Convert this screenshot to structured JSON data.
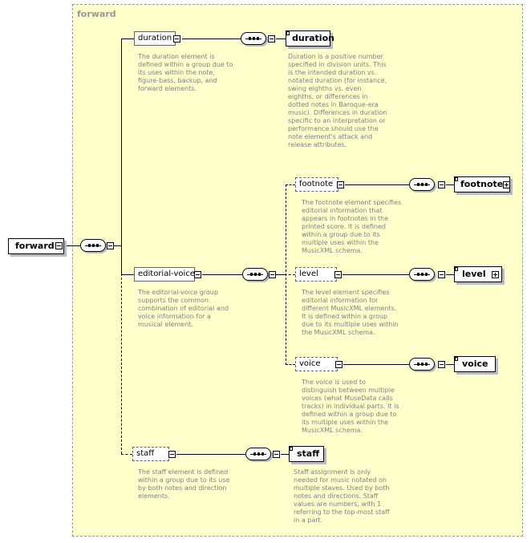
{
  "root": {
    "label": "forward"
  },
  "group": {
    "title": "forward"
  },
  "elements": {
    "duration": {
      "label": "duration",
      "doc": "The duration element is defined within a group due to its uses within the note, figure-bass, backup, and forward elements.",
      "type_label": "duration",
      "type_doc": "Duration is a positive number specified in division units. This is the intended duration vs. notated duration (for instance, swing eighths vs. even eighths, or differences in dotted notes in Baroque-era music). Differences in duration specific to an interpretation or performance should use the note element's attack and release attributes."
    },
    "editorial_voice": {
      "label": "editorial-voice",
      "doc": "The editorial-voice group supports the common combination of editorial and voice information for a musical element."
    },
    "footnote": {
      "label": "footnote",
      "doc": "The footnote element specifies editorial information that appears in footnotes in the printed score. It is defined within a group due to its multiple uses within the MusicXML schema.",
      "type_label": "footnote"
    },
    "level": {
      "label": "level",
      "doc": "The level element specifies editorial information for different MusicXML elements. It is defined within a group due to its multiple uses within the MusicXML schema.",
      "type_label": "level"
    },
    "voice": {
      "label": "voice",
      "doc": "The voice is used to distinguish between multiple voices (what MuseData calls tracks) in individual parts. It is defined within a group due to its multiple uses within the MusicXML schema.",
      "type_label": "voice"
    },
    "staff": {
      "label": "staff",
      "doc": "The staff element is defined within a group due to its use by both notes and direction elements.",
      "type_label": "staff",
      "type_doc": "Staff assignment is only needed for music notated on multiple staves. Used by both notes and directions. Staff values are numbers, with 1 referring to the top-most staff in a part."
    }
  },
  "colors": {
    "group_bg": "#ffffcc",
    "group_border": "#999999",
    "doc_text": "#808080"
  }
}
